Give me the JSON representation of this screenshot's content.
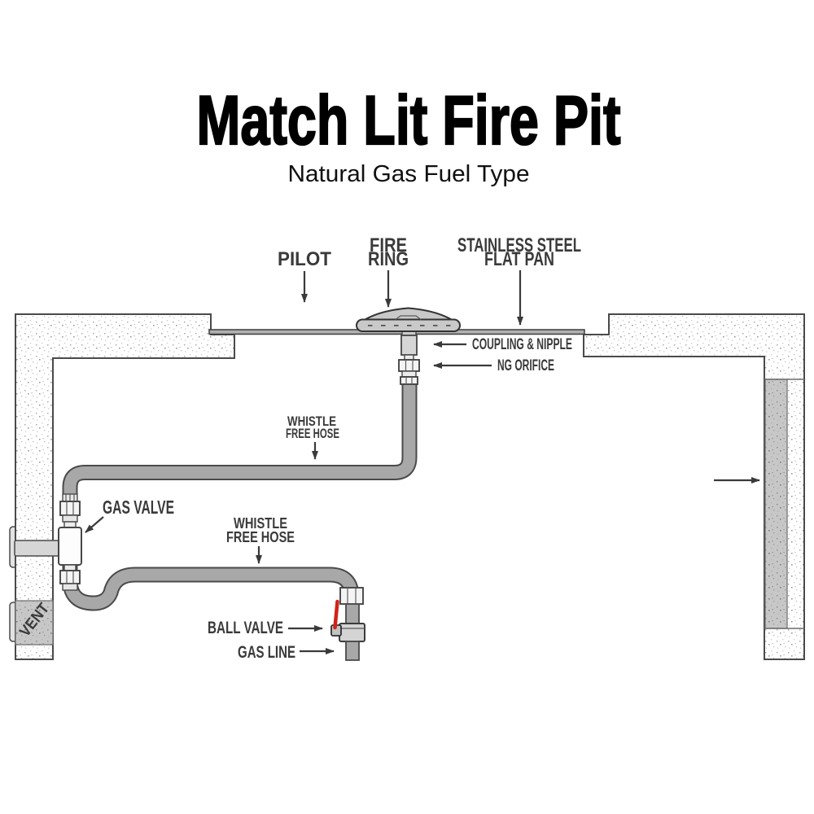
{
  "title": {
    "heading": "Match Lit Fire Pit",
    "subheading": "Natural Gas Fuel Type"
  },
  "callouts": {
    "pilot": "PILOT",
    "fire_ring": [
      "FIRE",
      "RING"
    ],
    "flat_pan": [
      "STAINLESS STEEL",
      "FLAT PAN"
    ],
    "coupling_nipple": "COUPLING & NIPPLE",
    "ng_orifice": "NG ORIFICE",
    "whistle_free_hose_upper": [
      "WHISTLE",
      "FREE HOSE"
    ],
    "gas_valve": "GAS VALVE",
    "whistle_free_hose_lower": [
      "WHISTLE",
      "FREE HOSE"
    ],
    "ball_valve": "BALL VALVE",
    "gas_line": "GAS LINE",
    "vent": "VENT"
  },
  "colors": {
    "title": "#000000",
    "label": "#3a3a3a",
    "outline": "#4a4a4a",
    "hose": "#a8a8a8",
    "pan": "#b0b0b0",
    "ring-gray": "#c9c9c9",
    "fitting-gray": "#d6d6d6",
    "vent-gray": "#c7c7c7",
    "handle-red": "#cf2318"
  }
}
